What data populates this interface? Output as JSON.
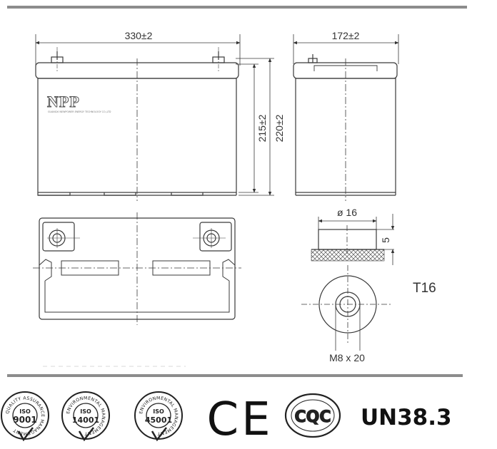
{
  "dimensions": {
    "length": "330±2",
    "width": "172±2",
    "height_case": "215±2",
    "height_total": "220±2"
  },
  "brand": {
    "logo": "NPP",
    "tagline": "GUANGXI NEWPOWER ENERGY TECHNOLOGY CO.,LTD"
  },
  "terminal": {
    "type": "T16",
    "diameter": "ø 16",
    "height": "5",
    "bolt": "M8 x 20"
  },
  "certifications": {
    "iso9001": {
      "number": "9001",
      "prefix": "ISO",
      "ring": "QUALITY ASSURANCE MANAGEMENT"
    },
    "iso14001": {
      "number": "14001",
      "prefix": "ISO",
      "ring": "ENVIRONMENTAL MANAGEMENT"
    },
    "iso45001": {
      "number": "45001",
      "prefix": "ISO",
      "ring": "ENVIRONMENTAL MANAGEMENT"
    },
    "ce": "CE",
    "cqc": "CQC",
    "un": "UN38.3"
  },
  "colors": {
    "line": "#3a3a3a",
    "rule": "#8c8c8c",
    "text": "#333333"
  }
}
